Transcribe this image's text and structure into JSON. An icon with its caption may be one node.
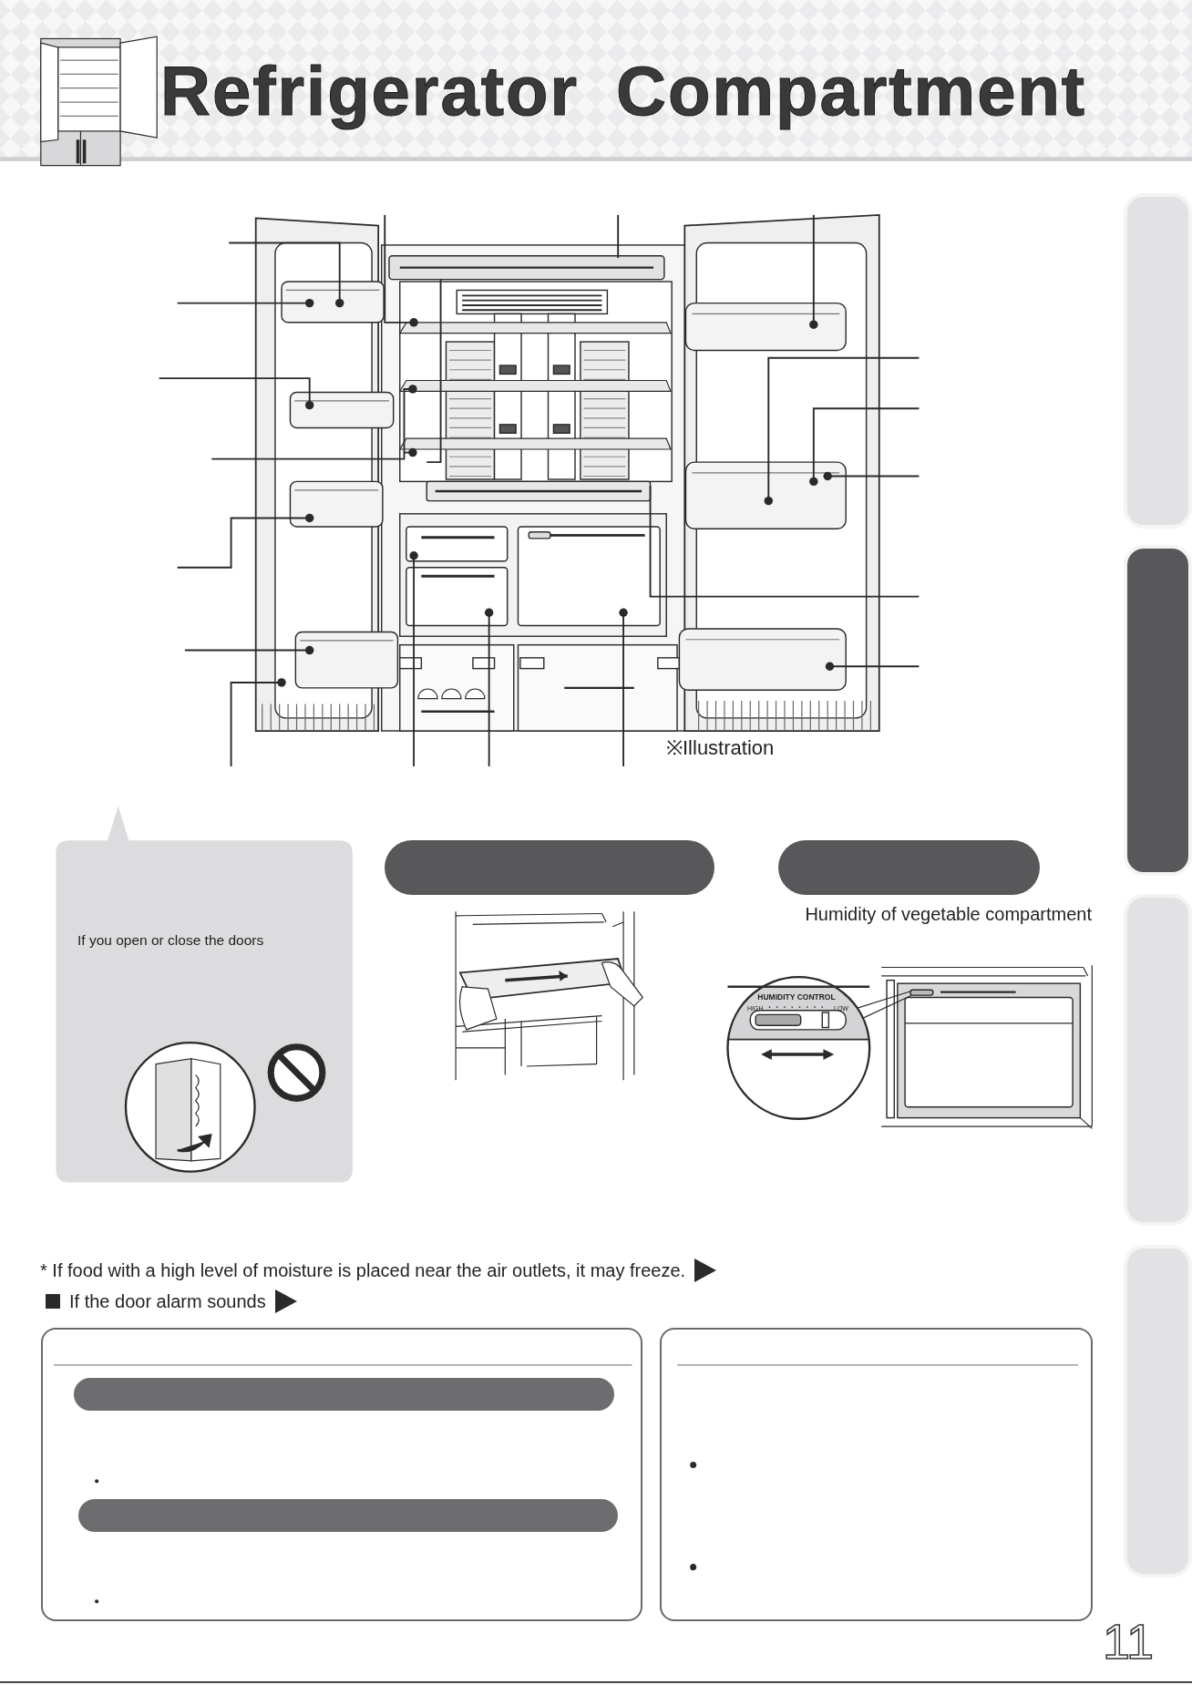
{
  "diagram": {
    "title": "Refrigerator Compartment",
    "nodes": [
      {
        "text": [],
        "shape": "box"
      },
      {
        "text": [],
        "shape": "box"
      },
      {
        "text": [],
        "shape": "box"
      },
      {
        "text": [],
        "shape": "box"
      },
      {
        "text": [],
        "shape": "box"
      },
      {
        "text": [],
        "shape": "box"
      },
      {
        "text": [],
        "shape": "box"
      },
      {
        "text": [],
        "shape": "box",
        "in": 6
      },
      {
        "text": [],
        "shape": "box",
        "in": 6
      },
      {
        "text": [],
        "shape": "box"
      }
    ],
    "labels": [
      "※Illustration",
      "If you open or close the doors",
      "Humidity of vegetable compartment",
      "HUMIDITY CONTROL",
      "HIGH",
      "LOW",
      "* If food with a high level of moisture is placed near the air outlets, it may freeze.",
      "If the door alarm sounds",
      "11"
    ]
  }
}
